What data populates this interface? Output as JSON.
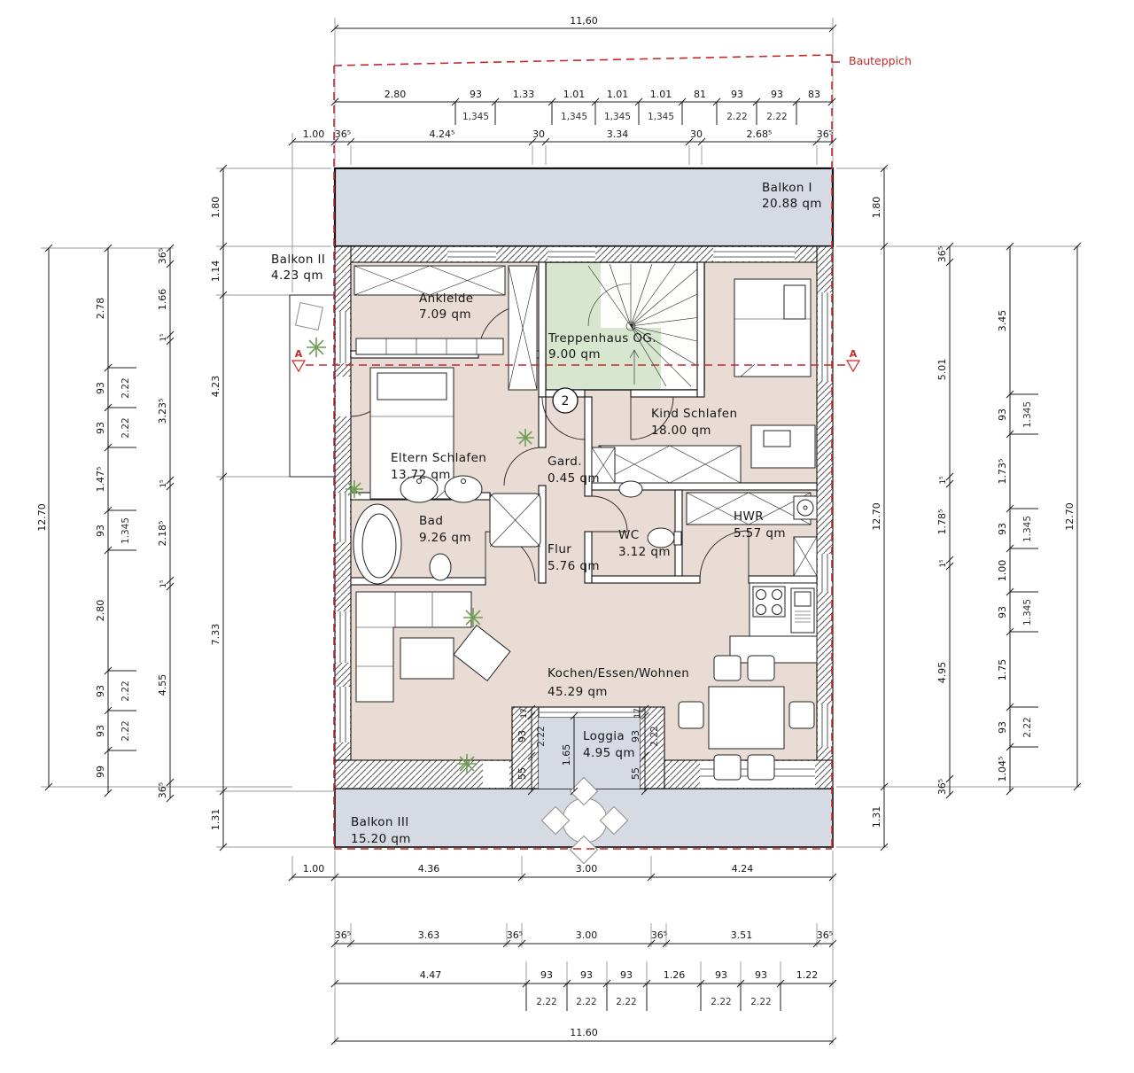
{
  "title": "Floor plan upper storey",
  "annotations": {
    "bauteppich": "Bauteppich",
    "section_marker": "A",
    "unit_number": "2"
  },
  "colors": {
    "room": "#e9dcd4",
    "balcony": "#d5dae3",
    "stair": "#d7e7cf",
    "red": "#c62828"
  },
  "rooms": {
    "balkon1": {
      "name": "Balkon I",
      "area": "20.88 qm"
    },
    "balkon2": {
      "name": "Balkon II",
      "area": "4.23 qm"
    },
    "ankleide": {
      "name": "Ankleide",
      "area": "7.09 qm"
    },
    "treppe": {
      "name": "Treppenhaus OG.",
      "area": "9.00 qm"
    },
    "kind": {
      "name": "Kind Schlafen",
      "area": "18.00 qm"
    },
    "eltern": {
      "name": "Eltern Schlafen",
      "area": "13.72 qm"
    },
    "gard": {
      "name": "Gard.",
      "area": "0.45 qm"
    },
    "bad": {
      "name": "Bad",
      "area": "9.26 qm"
    },
    "flur": {
      "name": "Flur",
      "area": "5.76 qm"
    },
    "wc": {
      "name": "WC",
      "area": "3.12 qm"
    },
    "hwr": {
      "name": "HWR",
      "area": "5.57 qm"
    },
    "wohnen": {
      "name": "Kochen/Essen/Wohnen",
      "area": "45.29 qm"
    },
    "loggia": {
      "name": "Loggia",
      "area": "4.95 qm"
    },
    "balkon3": {
      "name": "Balkon III",
      "area": "15.20 qm"
    }
  },
  "dims": {
    "top_total": "11,60",
    "top_row": [
      "2.80",
      "93",
      "1.33",
      "1.01",
      "1.01",
      "1.01",
      "81",
      "93",
      "93",
      "83"
    ],
    "top_sub": [
      "1,345",
      "1,345",
      "1,345",
      "1,345",
      "2.22",
      "2.22"
    ],
    "top_wall": [
      "1.00",
      "36⁵",
      "4.24⁵",
      "30",
      "3.34",
      "30",
      "2.68⁵",
      "36⁵"
    ],
    "bottom_row1": [
      "1.00",
      "4.36",
      "3.00",
      "4.24"
    ],
    "bottom_row2": [
      "36⁵",
      "3.63",
      "36⁵",
      "3.00",
      "36⁵",
      "3.51",
      "36⁵"
    ],
    "bottom_row3": [
      "4.47",
      "93",
      "93",
      "93",
      "1.26",
      "93",
      "93",
      "1.22"
    ],
    "bottom_sub": [
      "2.22",
      "2.22",
      "2.22",
      "2.22",
      "2.22"
    ],
    "bottom_total": "11.60",
    "left_total": "12.70",
    "left_row": [
      "2.78",
      "93",
      "93",
      "1.47⁵",
      "93",
      "2.80",
      "93",
      "93",
      "99"
    ],
    "left_sub": [
      "2.22",
      "2.22",
      "1.345",
      "2.22",
      "2.22"
    ],
    "left_wall": [
      "36⁵",
      "1.66",
      "1⁵",
      "3.23⁵",
      "1⁵",
      "2.18⁵",
      "1⁵",
      "4.55",
      "36⁵"
    ],
    "left_outer": [
      "1.80",
      "1.14",
      "4.23",
      "7.33",
      "1.31"
    ],
    "right_inner": [
      "1.80",
      "12.70",
      "1.31"
    ],
    "right_wall": [
      "36⁵",
      "5.01",
      "1⁵",
      "1.78⁵",
      "1⁵",
      "4.95",
      "36⁵"
    ],
    "right_row": [
      "3.45",
      "93",
      "1.73⁵",
      "93",
      "1.00",
      "93",
      "1.75",
      "93",
      "1.04⁵"
    ],
    "right_sub": [
      "1.345",
      "1.345",
      "1.345",
      "2.22"
    ],
    "right_total": "12.70",
    "loggia_left": [
      "17",
      "93",
      "55"
    ],
    "loggia_left_sub": "2.22",
    "loggia_right": [
      "17",
      "93",
      "55"
    ],
    "loggia_right_sub": "2.22",
    "loggia_depth": "1.65"
  }
}
